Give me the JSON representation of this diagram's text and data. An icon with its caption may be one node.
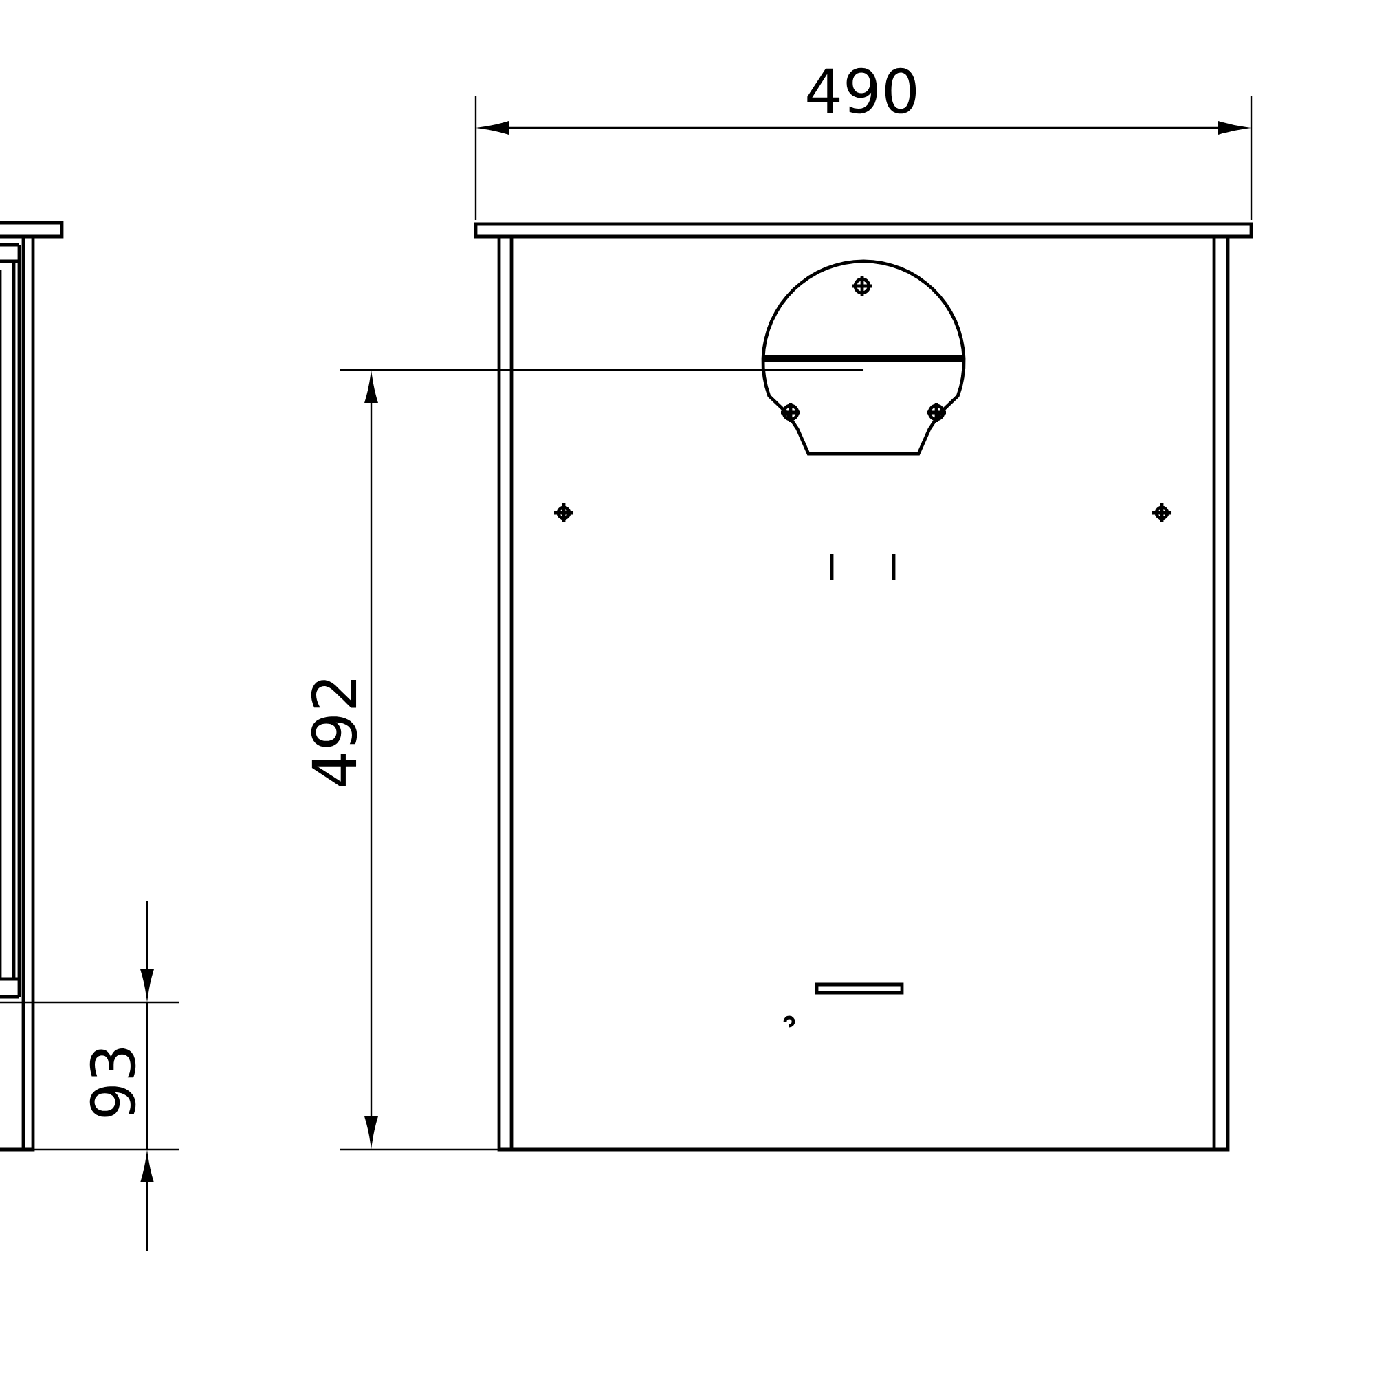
{
  "diagram": {
    "labels": [
      "490",
      "492",
      "93"
    ]
  }
}
